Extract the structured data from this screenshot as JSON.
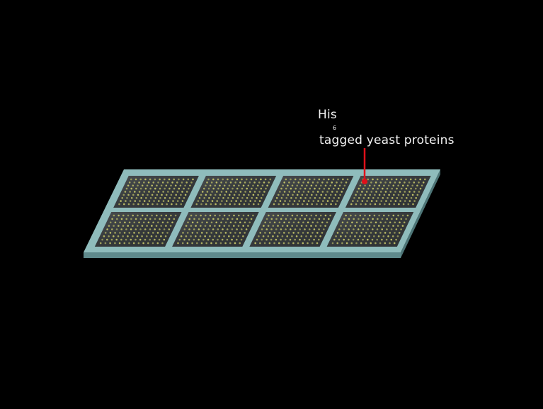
{
  "label": {
    "line1_main": "His",
    "line1_subscript": "6",
    "line2": "tagged yeast proteins"
  },
  "colors": {
    "background": "#000000",
    "slide": "#8fbcbc",
    "slide_edge": "#5f8a8c",
    "well": "#3a3d3f",
    "spot": "#c9c96a",
    "pointer": "#e0101a"
  },
  "microarray": {
    "rows": 2,
    "cols": 4
  }
}
